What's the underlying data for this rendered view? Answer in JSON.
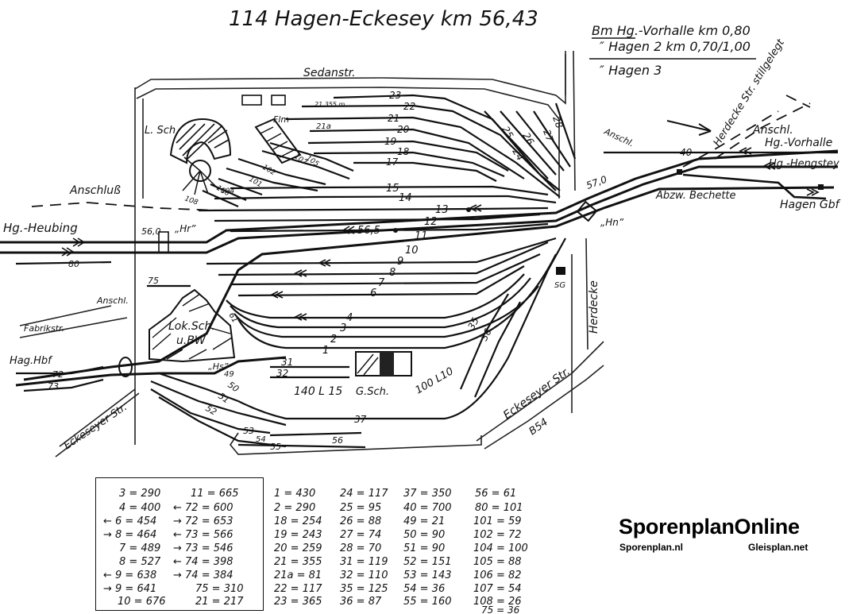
{
  "header": {
    "title": "114   Hagen-Eckesey  km 56,43",
    "bm_line1": "Bm Hg.-Vorhalle km 0,80",
    "bm_line2": "″   Hagen 2  km 0,70/1,00",
    "bm_line3": "″   Hagen 3"
  },
  "streets": {
    "sedan": "Sedanstr.",
    "herdecke_str": "Herdecke Str. stillgelegt",
    "eckeseyer_str": "Eckeseyer Str.",
    "eckeseyer_str_left": "Eckeseyer Str.",
    "herdecke": "Herdecke",
    "fabrikstr": "Fabrikstr.",
    "b54": "B54"
  },
  "places": {
    "anschluss_left": "Anschluß",
    "hg_heubing": "Hg.-Heubing",
    "hg_hbf": "Hag.Hbf",
    "anschl_left": "Anschl.",
    "anschl_top": "Anschl.",
    "anschl_right": "Anschl.",
    "hg_vorhalle": "Hg.-Vorhalle",
    "hg_hengstey": "Hg.-Hengstey",
    "hagen_gbf": "Hagen Gbf",
    "abzw": "Abzw. Bechette",
    "l_sch": "L. Sch",
    "flm": "Flm",
    "lok_sch_1": "Lok.Sch.",
    "lok_sch_2": "u.BW",
    "g_sch": "G.Sch.",
    "label_140": "140 L 15",
    "label_100": "100 L10",
    "signal_hr_west": "„Hr”",
    "signal_hn_east": "„Hn”",
    "signal_hs": "„Hs”",
    "km_560": "56,0",
    "km_565": "56,5",
    "km_570": "57,0",
    "sg": "SG",
    "len_21": "21 355 m"
  },
  "track_numbers": [
    "1",
    "2",
    "3",
    "4",
    "6",
    "7",
    "8",
    "9",
    "10",
    "11",
    "12",
    "13",
    "14",
    "15",
    "17",
    "18",
    "19",
    "20",
    "21",
    "21a",
    "22",
    "23",
    "24",
    "25",
    "26",
    "27",
    "28",
    "31",
    "32",
    "35",
    "36",
    "37",
    "40",
    "49",
    "50",
    "51",
    "52",
    "53",
    "54",
    "55",
    "56",
    "61",
    "72",
    "73",
    "75",
    "80",
    "101",
    "102",
    "104",
    "105",
    "106",
    "107",
    "108"
  ],
  "legend": {
    "col1": [
      "3 = 290",
      "4 = 400",
      "← 6 = 454",
      "→ 8 = 464",
      "7 = 489",
      "8 = 527",
      "← 9 = 638",
      "→ 9 = 641",
      "10 = 676"
    ],
    "col2": [
      "11 = 665",
      "← 72 = 600",
      "→ 72 = 653",
      "← 73 = 566",
      "→ 73 = 546",
      "← 74 = 398",
      "→ 74 = 384",
      "75 = 310",
      "21 = 217"
    ],
    "col3": [
      "1 = 430",
      "2 = 290",
      "18 = 254",
      "19 = 243",
      "20 = 259",
      "21 = 355",
      "21a = 81",
      "22 = 117",
      "23 = 365"
    ],
    "col4": [
      "24 = 117",
      "25 = 95",
      "26 = 88",
      "27 = 74",
      "28 = 70",
      "31 = 119",
      "32 = 110",
      "35 = 125",
      "36 = 87"
    ],
    "col5": [
      "37 = 350",
      "40 = 700",
      "49 = 21",
      "50 = 90",
      "51 = 90",
      "52 = 151",
      "53 = 143",
      "54 = 36",
      "55 = 160"
    ],
    "col6": [
      "56 = 61",
      "80 = 101",
      "101 = 59",
      "102 = 72",
      "104 = 100",
      "105 = 88",
      "106 = 82",
      "107 = 54",
      "108 = 26",
      "75 = 36"
    ]
  },
  "watermark": {
    "title": "SporenplanOnline",
    "left": "Sporenplan.nl",
    "right": "Gleisplan.net"
  }
}
